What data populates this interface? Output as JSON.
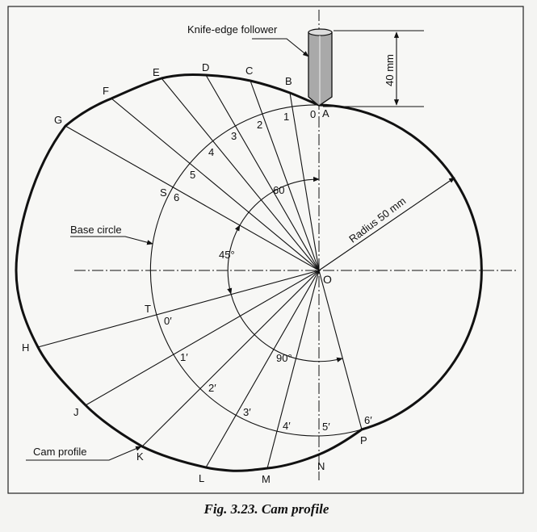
{
  "figure": {
    "caption": "Fig. 3.23. Cam profile",
    "follower_label": "Knife-edge follower",
    "lift_dimension": "40 mm",
    "radius_label": "Radius 50 mm",
    "base_circle_label": "Base circle",
    "cam_profile_label": "Cam profile",
    "center_label": "O",
    "angles": {
      "rise": "60",
      "dwell": "45°",
      "return": "90°"
    },
    "outer_points": {
      "A": "A",
      "B": "B",
      "C": "C",
      "D": "D",
      "E": "E",
      "F": "F",
      "G": "G",
      "H": "H",
      "J": "J",
      "K": "K",
      "L": "L",
      "M": "M",
      "N": "N",
      "P": "P"
    },
    "base_points": {
      "S": "S",
      "T": "T"
    },
    "rise_divisions": [
      "0",
      "1",
      "2",
      "3",
      "4",
      "5",
      "6"
    ],
    "return_divisions": [
      "0′",
      "1′",
      "2′",
      "3′",
      "4′",
      "5′",
      "6′"
    ]
  }
}
